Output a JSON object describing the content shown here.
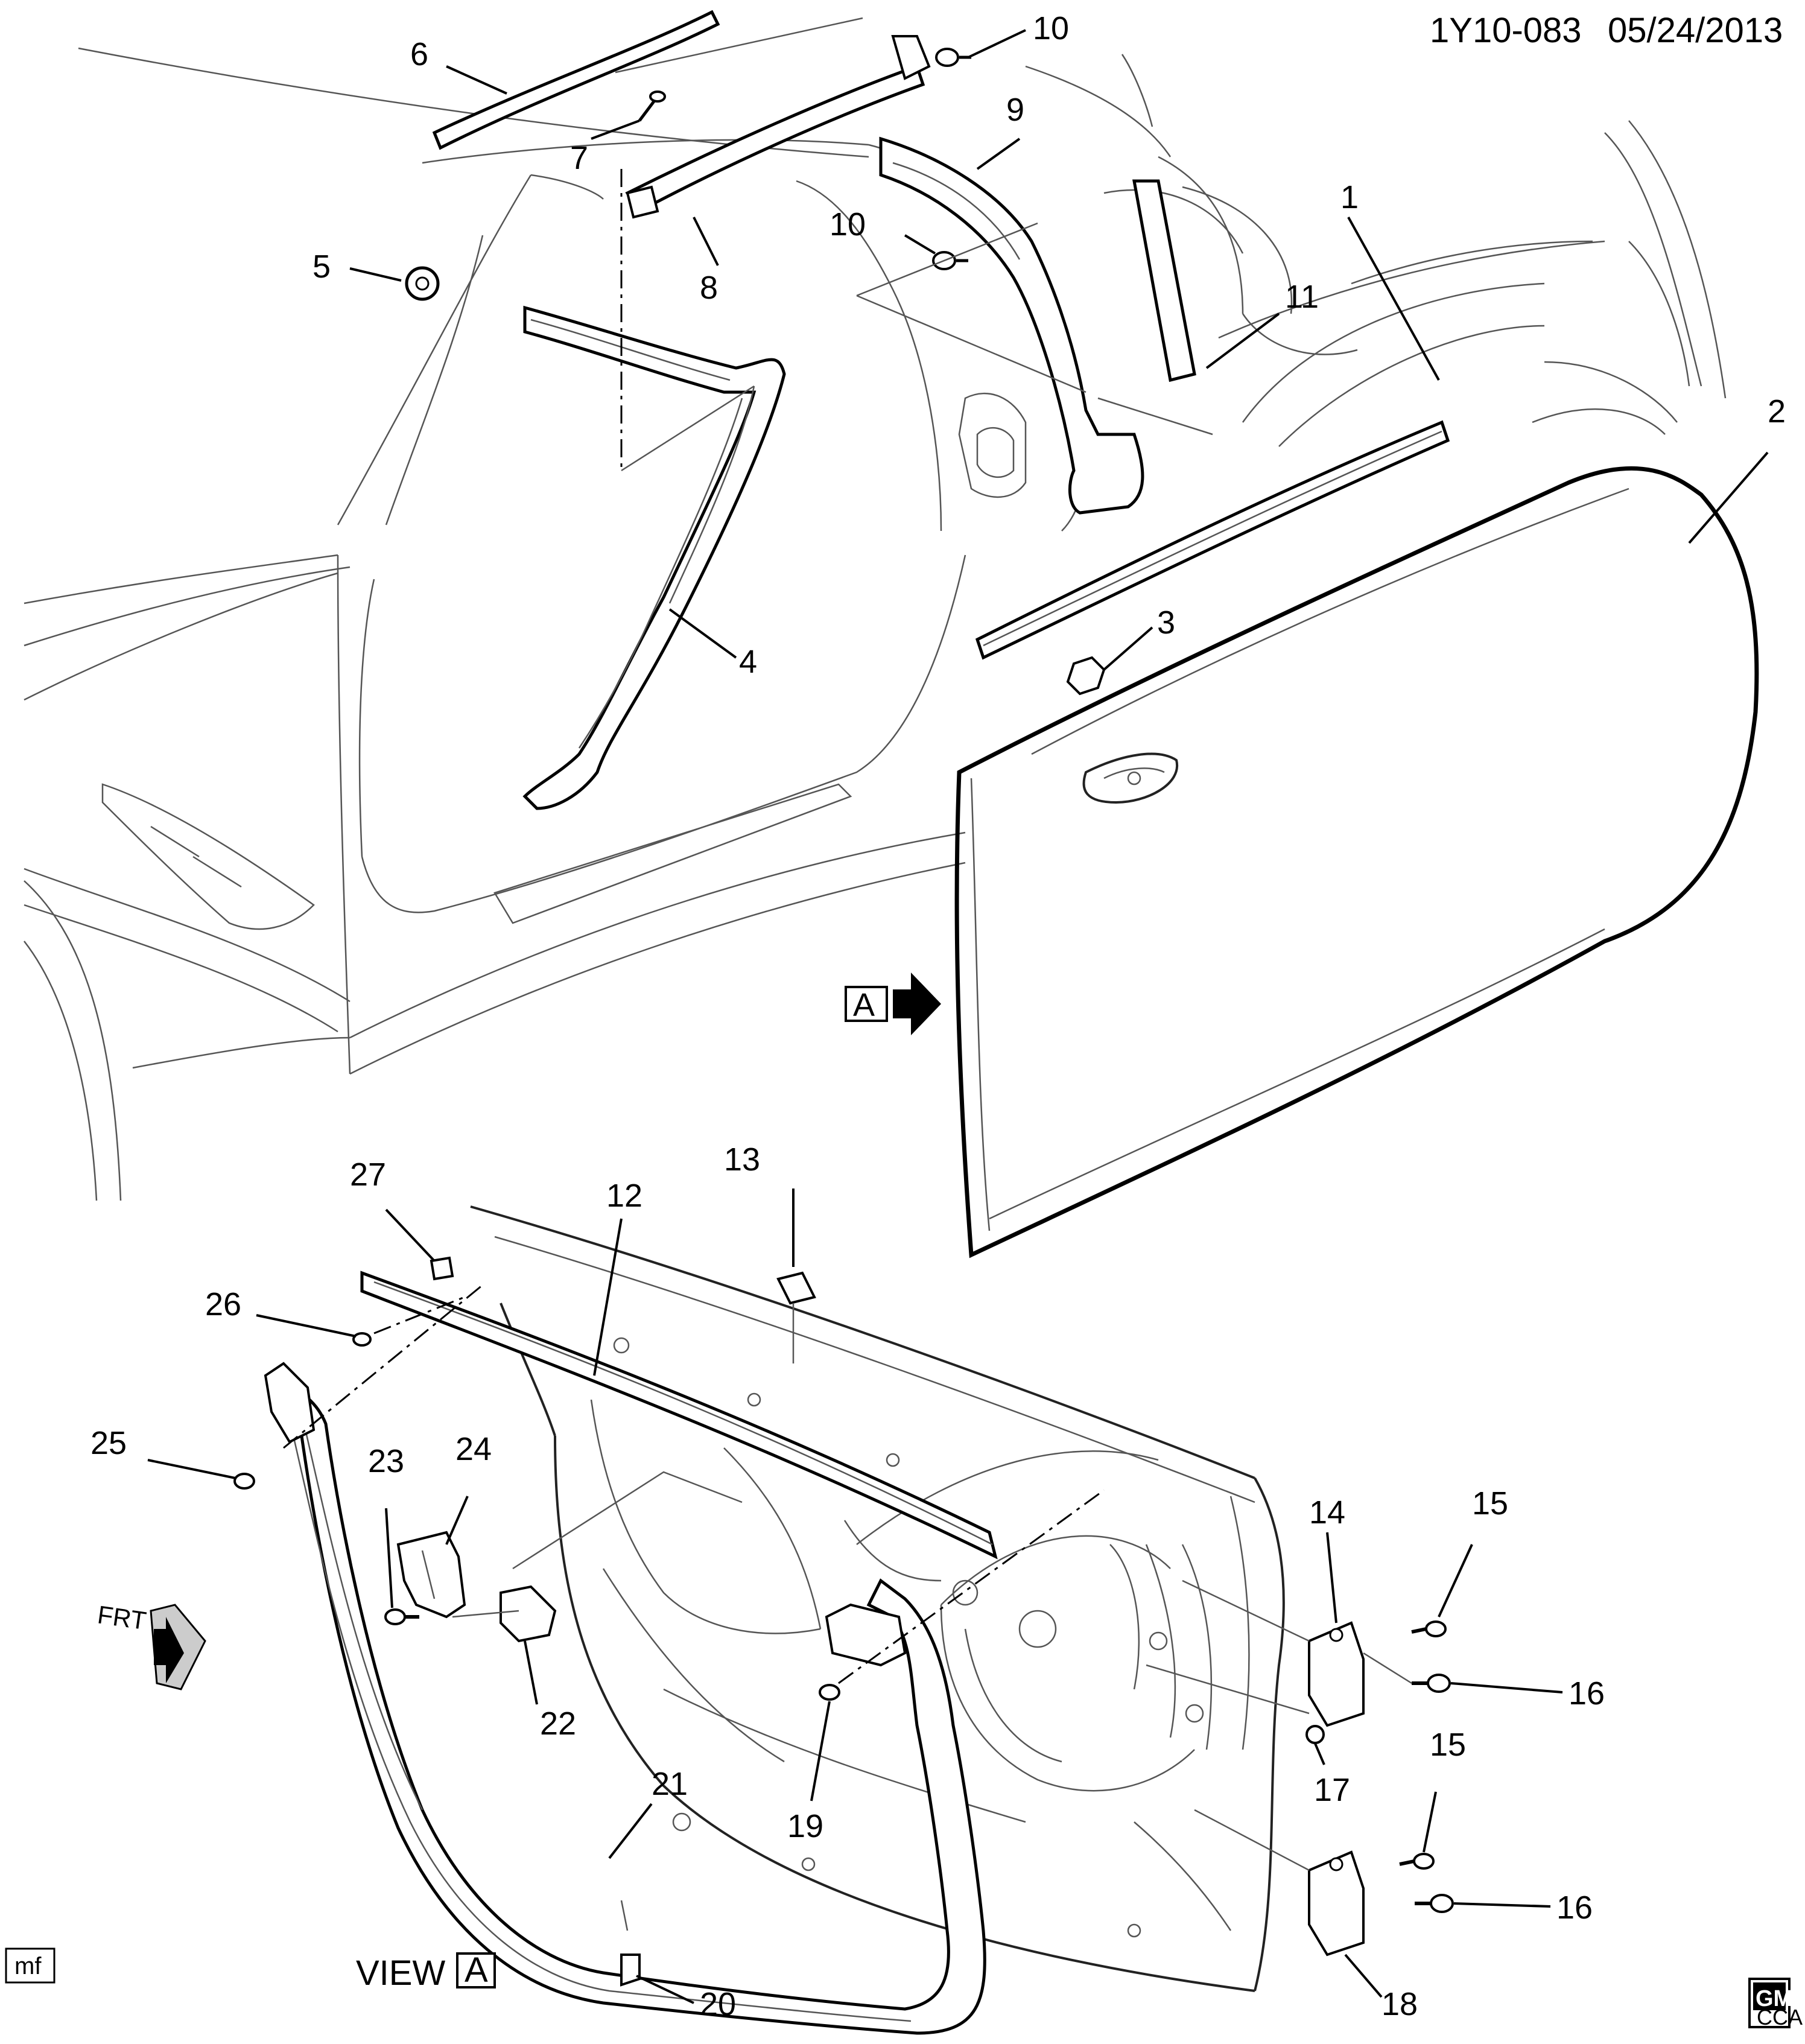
{
  "header": {
    "diagram_id": "1Y10-083",
    "date": "05/24/2013"
  },
  "callouts": [
    {
      "id": "c1",
      "label": "1"
    },
    {
      "id": "c2",
      "label": "2"
    },
    {
      "id": "c3",
      "label": "3"
    },
    {
      "id": "c4",
      "label": "4"
    },
    {
      "id": "c5",
      "label": "5"
    },
    {
      "id": "c6",
      "label": "6"
    },
    {
      "id": "c7",
      "label": "7"
    },
    {
      "id": "c8",
      "label": "8"
    },
    {
      "id": "c9",
      "label": "9"
    },
    {
      "id": "c10a",
      "label": "10"
    },
    {
      "id": "c10b",
      "label": "10"
    },
    {
      "id": "c11",
      "label": "11"
    },
    {
      "id": "c12",
      "label": "12"
    },
    {
      "id": "c13",
      "label": "13"
    },
    {
      "id": "c14",
      "label": "14"
    },
    {
      "id": "c15a",
      "label": "15"
    },
    {
      "id": "c15b",
      "label": "15"
    },
    {
      "id": "c16a",
      "label": "16"
    },
    {
      "id": "c16b",
      "label": "16"
    },
    {
      "id": "c17",
      "label": "17"
    },
    {
      "id": "c18",
      "label": "18"
    },
    {
      "id": "c19",
      "label": "19"
    },
    {
      "id": "c20",
      "label": "20"
    },
    {
      "id": "c21",
      "label": "21"
    },
    {
      "id": "c22",
      "label": "22"
    },
    {
      "id": "c23",
      "label": "23"
    },
    {
      "id": "c24",
      "label": "24"
    },
    {
      "id": "c25",
      "label": "25"
    },
    {
      "id": "c26",
      "label": "26"
    },
    {
      "id": "c27",
      "label": "27"
    }
  ],
  "view_marker": {
    "box_letter": "A"
  },
  "view_caption": {
    "prefix": "VIEW",
    "box_letter": "A"
  },
  "front_indicator": {
    "text": "FRT"
  },
  "footer": {
    "illustrator_tag": "mf",
    "logo_top": "GM",
    "logo_bottom": "CCA"
  }
}
